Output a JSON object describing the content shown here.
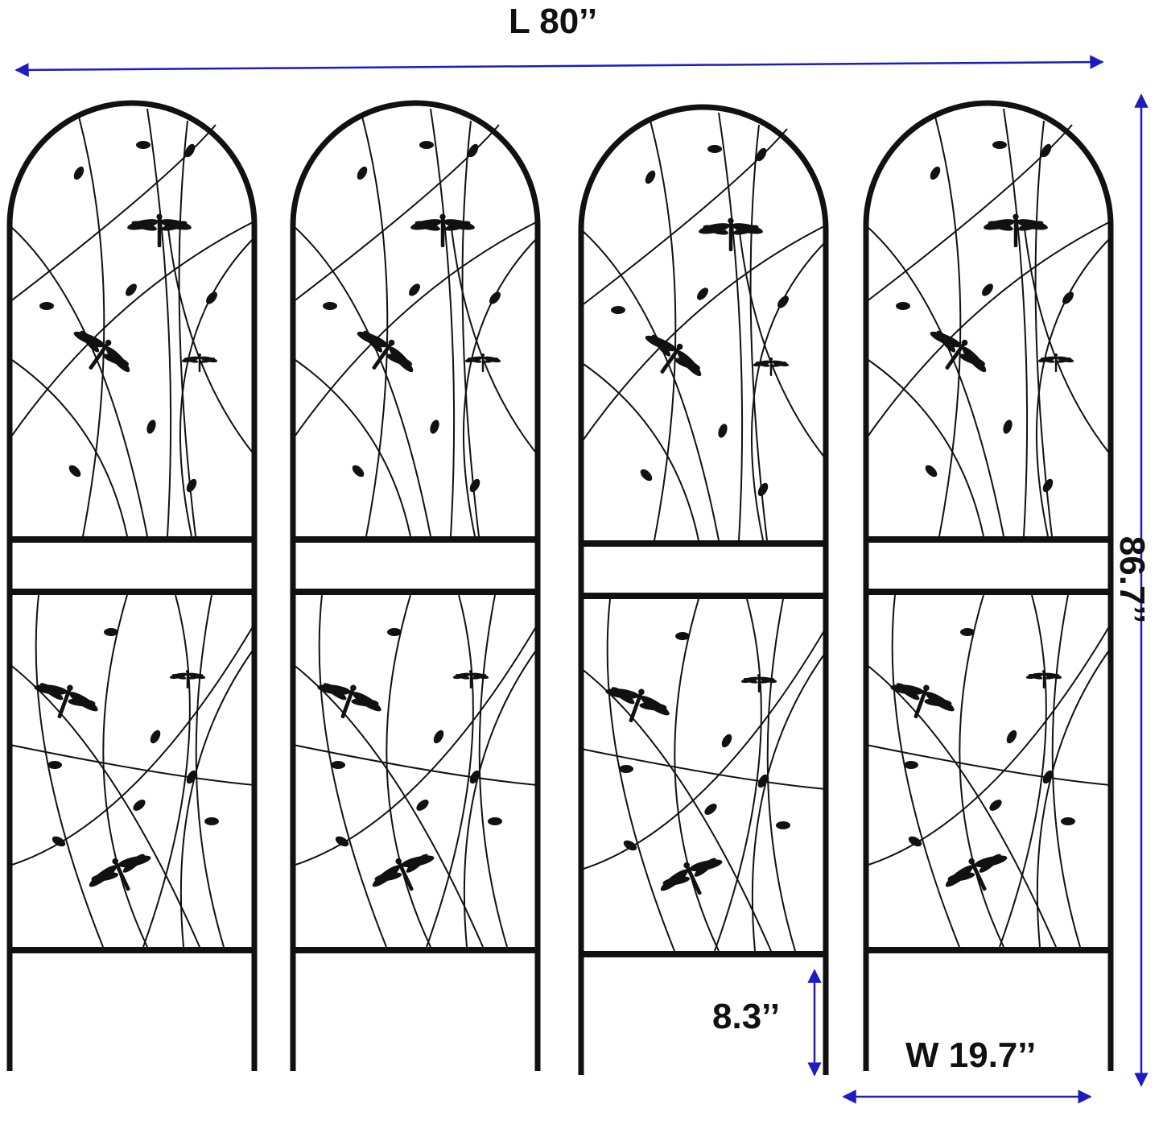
{
  "dimensions": {
    "length": "L 80’’",
    "height": "86.7’’",
    "leg_height": "8.3’’",
    "width": "W 19.7’’"
  },
  "panel_count": 4,
  "colors": {
    "arrow": "#1c1cc0",
    "metal": "#111111",
    "background": "#ffffff"
  }
}
